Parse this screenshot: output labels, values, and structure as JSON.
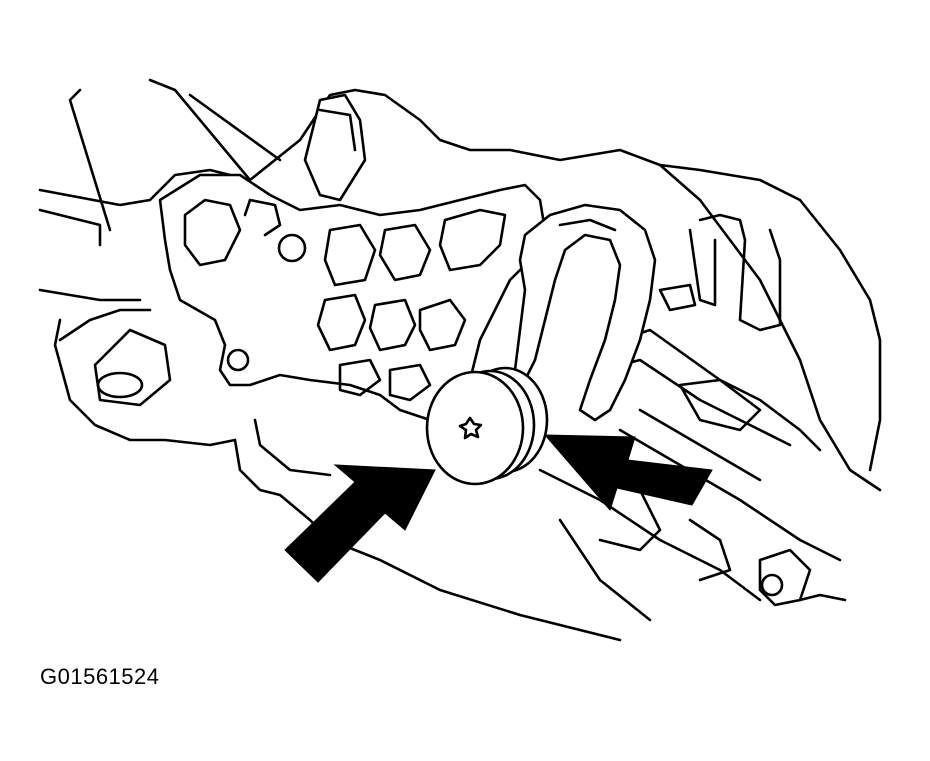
{
  "figure": {
    "id_label": "G01561524"
  },
  "colors": {
    "line": "#000000",
    "background": "#ffffff"
  },
  "callouts": [
    {
      "name": "arrow-lower-left",
      "points_to": "bolt-head"
    },
    {
      "name": "arrow-right",
      "points_to": "bolt-head"
    }
  ]
}
